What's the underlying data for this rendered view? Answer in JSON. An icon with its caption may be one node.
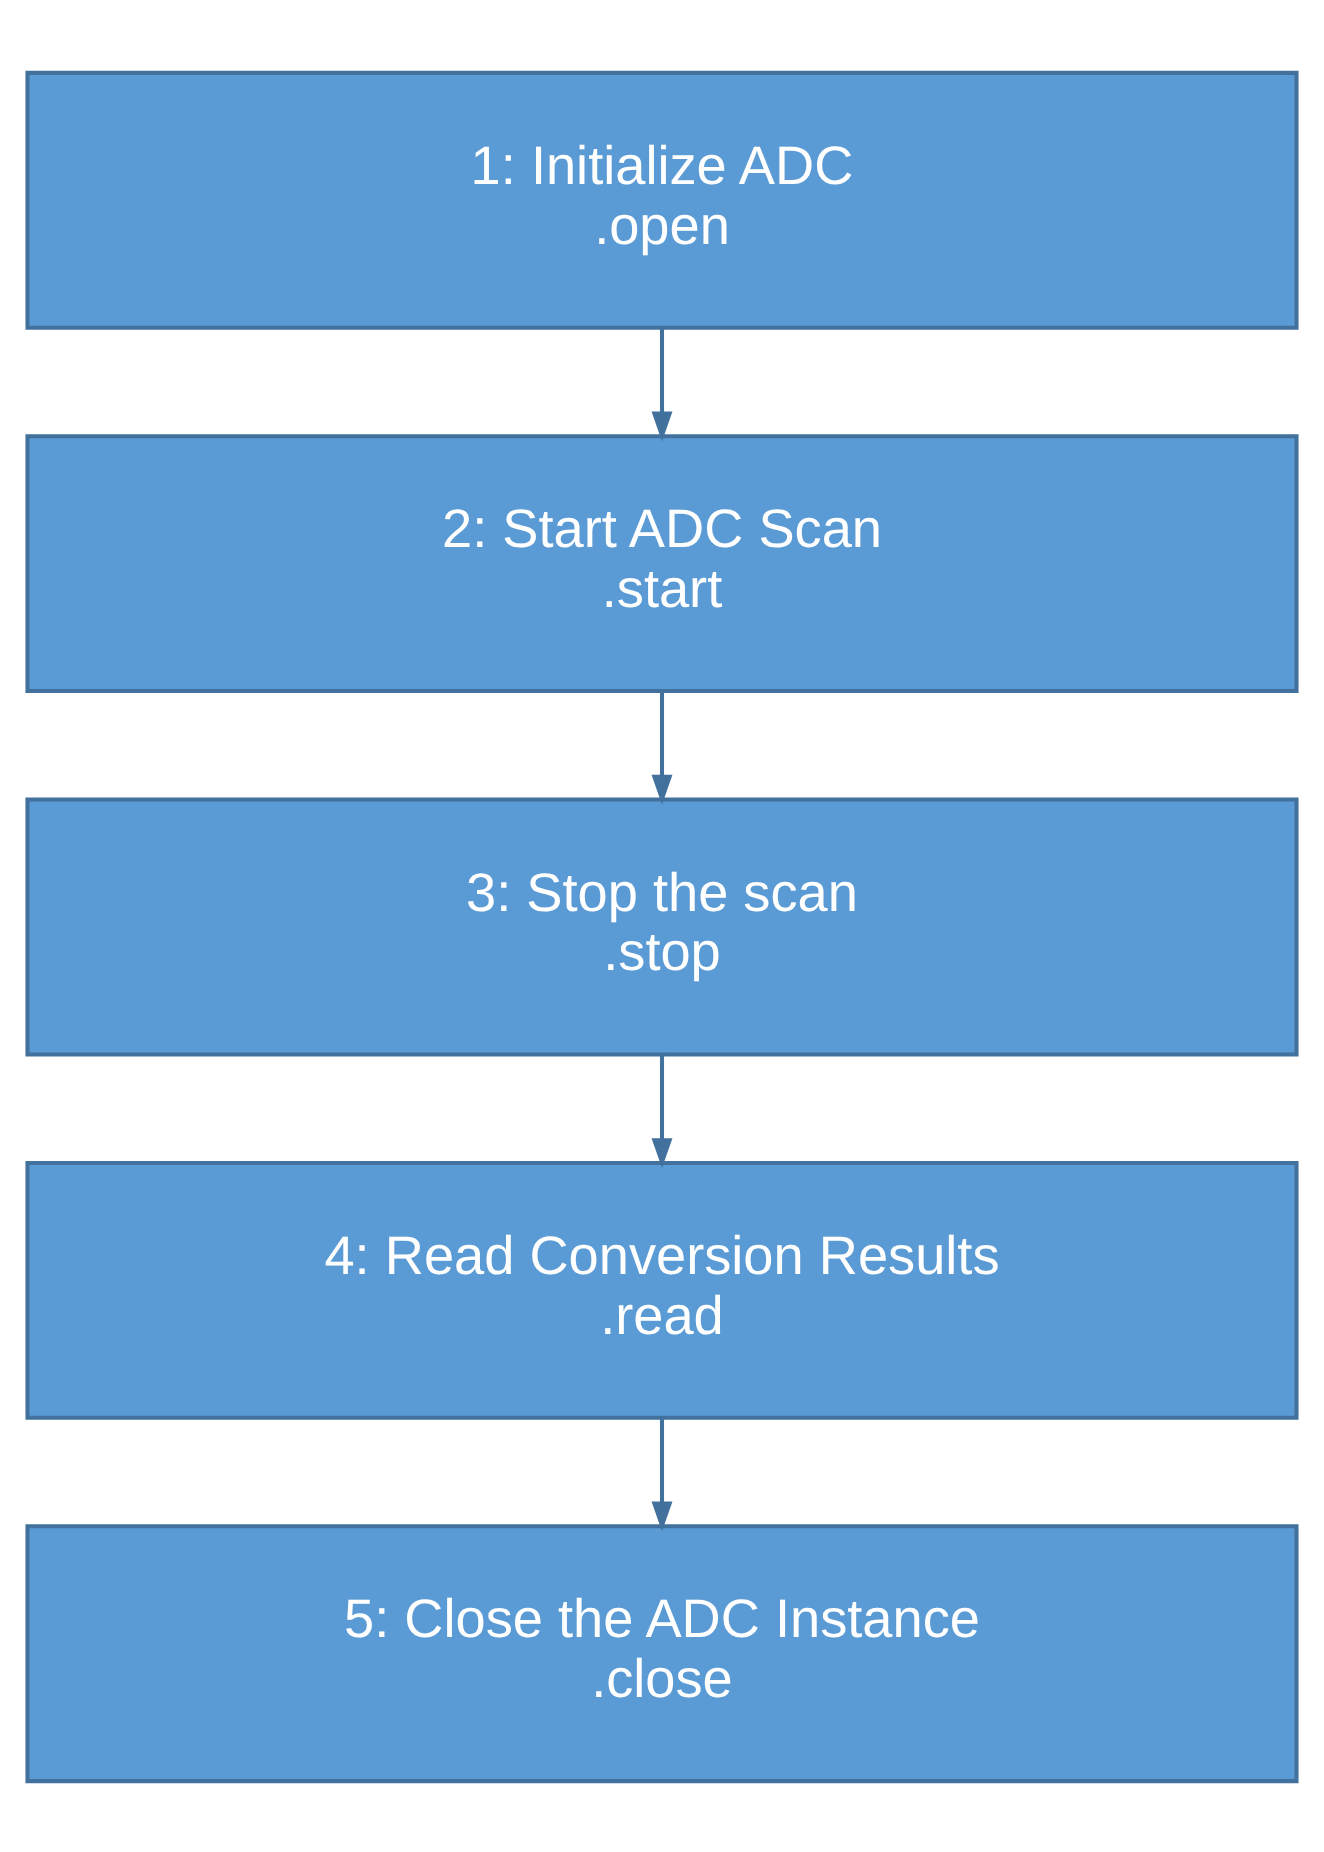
{
  "diagram": {
    "nodes": [
      {
        "text": [
          "1: Initialize ADC",
          ".open"
        ]
      },
      {
        "text": [
          "2: Start ADC Scan",
          ".start"
        ]
      },
      {
        "text": [
          "3: Stop the scan",
          ".stop"
        ]
      },
      {
        "text": [
          "4: Read Conversion Results",
          ".read"
        ]
      },
      {
        "text": [
          "5: Close the ADC Instance",
          ".close"
        ]
      }
    ],
    "edges": [
      {
        "from": 0,
        "to": 1,
        "arrow": "to"
      },
      {
        "from": 1,
        "to": 2,
        "arrow": "to"
      },
      {
        "from": 2,
        "to": 3,
        "arrow": "to"
      },
      {
        "from": 3,
        "to": 4,
        "arrow": "to"
      }
    ]
  }
}
